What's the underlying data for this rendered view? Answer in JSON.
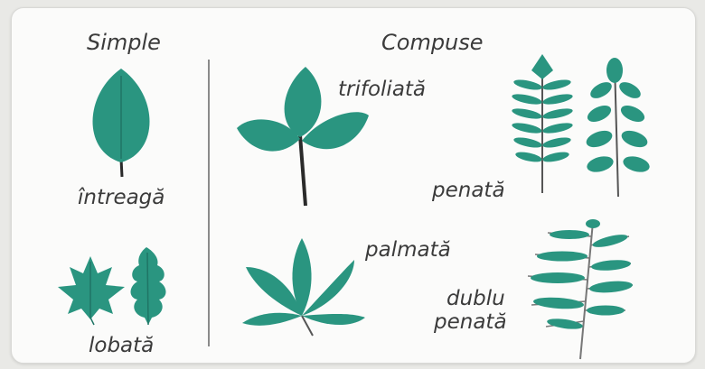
{
  "colors": {
    "leaf": "#2a9580",
    "leaf_dark": "#1f7565",
    "stem": "#2a2a2a",
    "divider": "#8a8a8a",
    "text": "#3b3b3b",
    "card_bg": "#fbfbfa"
  },
  "headers": {
    "simple": "Simple",
    "compound": "Compuse"
  },
  "leaf_types": {
    "entire": "întreagă",
    "lobed": "lobată",
    "trifoliate": "trifoliată",
    "pinnate": "penată",
    "palmate": "palmată",
    "bipinnate_line1": "dublu",
    "bipinnate_line2": "penată"
  },
  "icons": [
    "entire-leaf-icon",
    "maple-leaf-icon",
    "oak-leaf-icon",
    "trifoliate-leaf-icon",
    "fern-pinnate-leaf-icon",
    "ash-pinnate-leaf-icon",
    "palmate-leaf-icon",
    "bipinnate-leaf-icon"
  ]
}
